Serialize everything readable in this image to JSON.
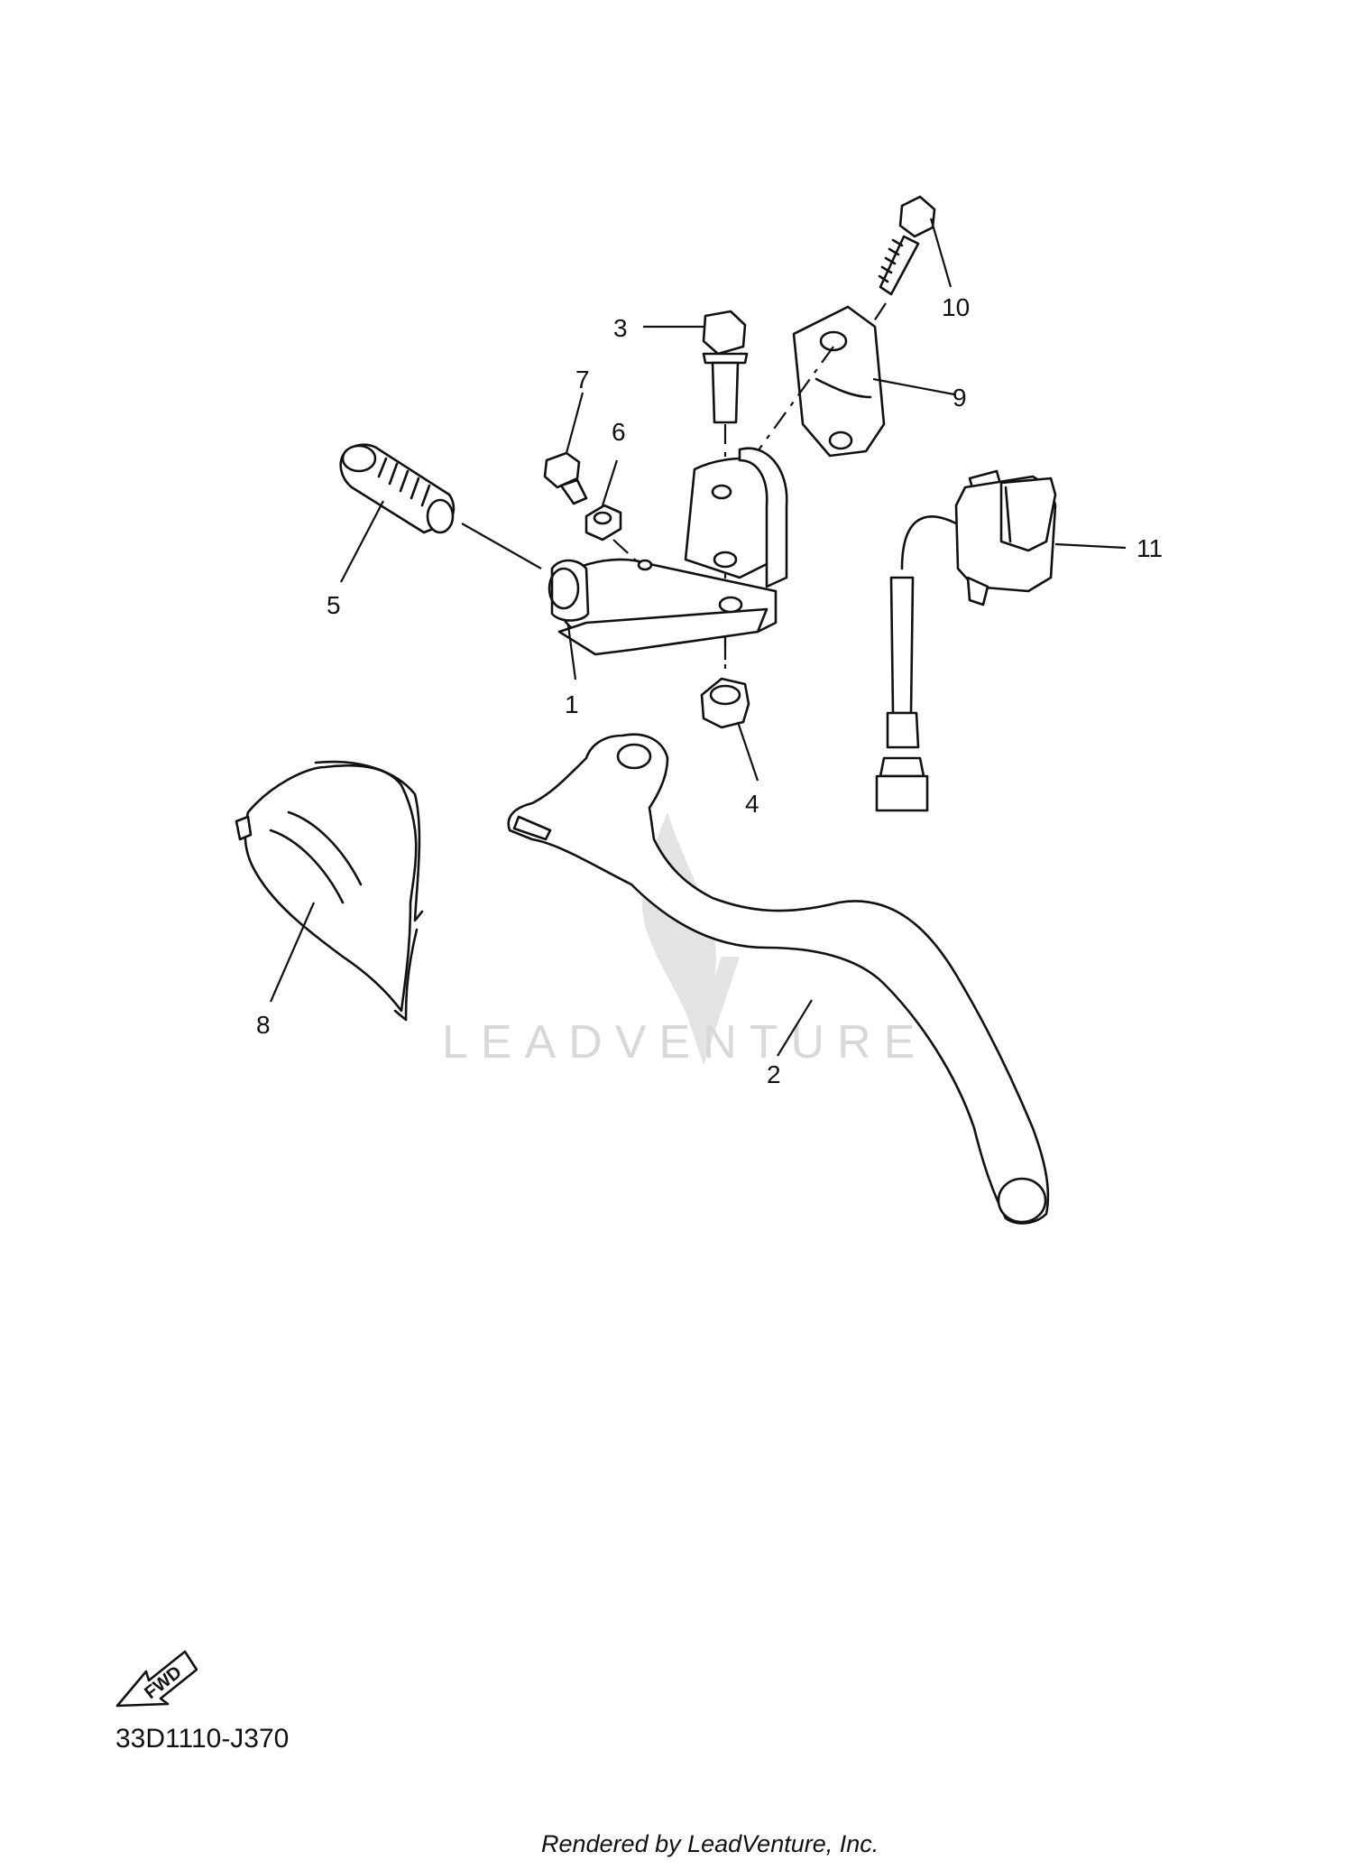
{
  "callouts": {
    "c1": "1",
    "c2": "2",
    "c3": "3",
    "c4": "4",
    "c5": "5",
    "c6": "6",
    "c7": "7",
    "c8": "8",
    "c9": "9",
    "c10": "10",
    "c11": "11"
  },
  "diagram_code": "33D1110-J370",
  "fwd_label": "FWD",
  "watermark": "LEADVENTURE",
  "footer": "Rendered by LeadVenture, Inc."
}
